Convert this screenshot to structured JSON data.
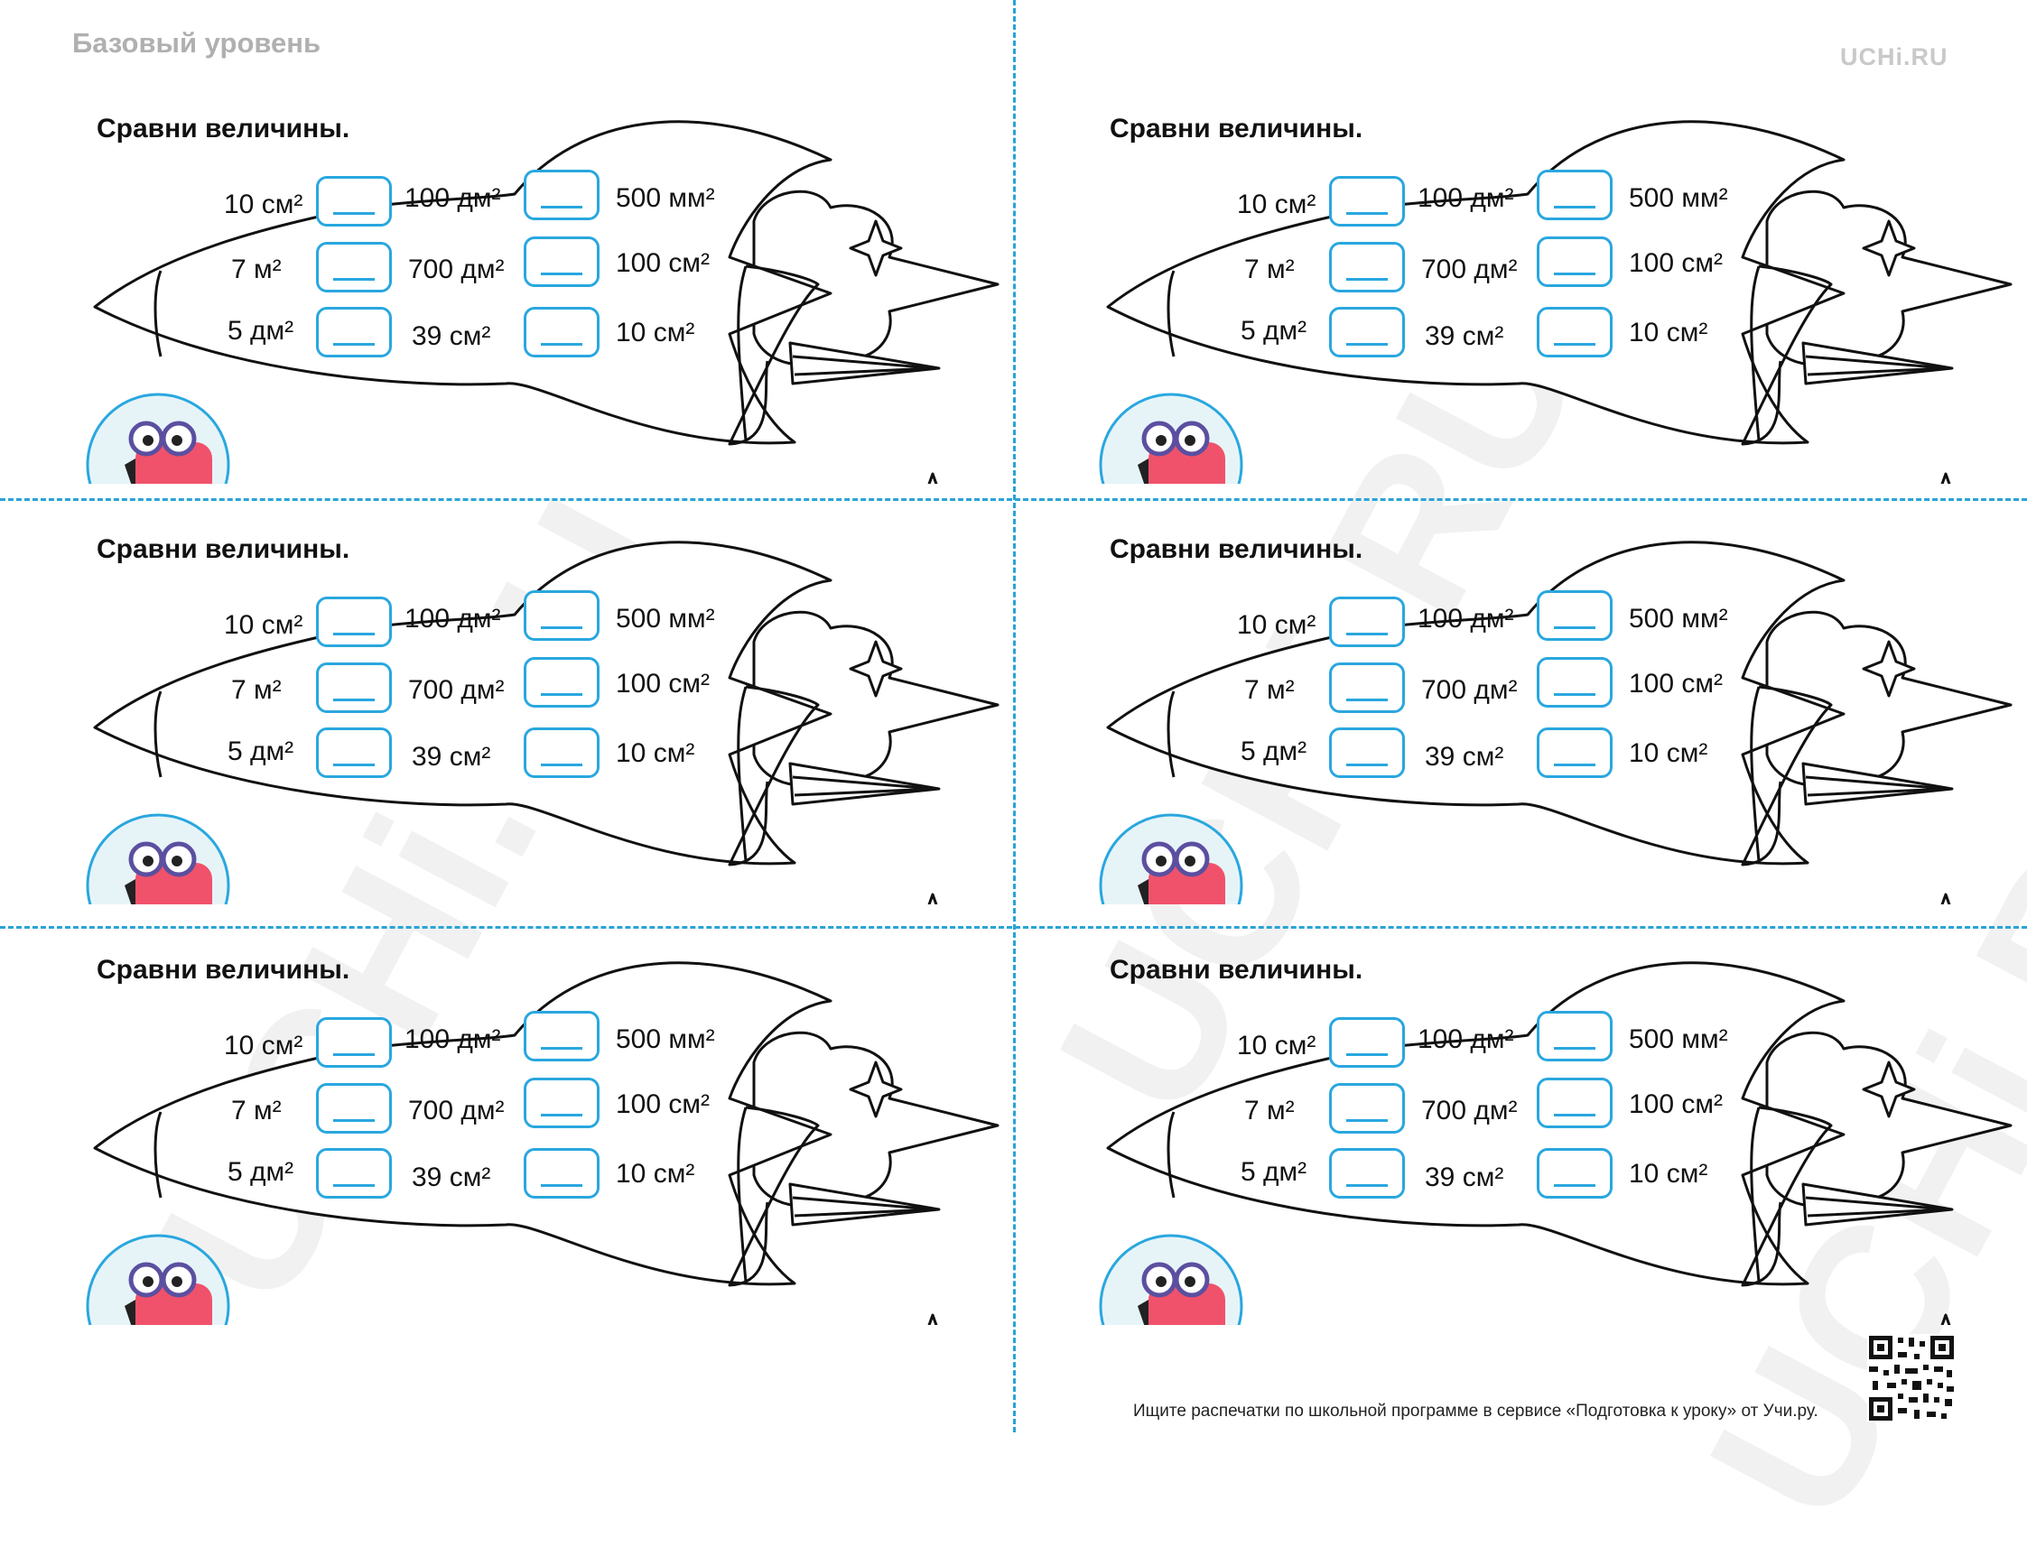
{
  "header": {
    "level": "Базовый уровень",
    "brand": "UCHi.RU",
    "watermark": "UCHi.RU"
  },
  "card": {
    "title": "Сравни величины.",
    "rows": [
      {
        "left": "10 см²",
        "middle": "100 дм²",
        "right": "500 мм²"
      },
      {
        "left": "7 м²",
        "middle": "700 дм²",
        "right": "100 см²"
      },
      {
        "left": "5 дм²",
        "middle": "39 см²",
        "right": "10 см²"
      }
    ],
    "answer_blank": "____",
    "count": 6
  },
  "footer": {
    "text": "Ищите распечатки по школьной программе в сервисе «Подготовка к уроку» от Учи.ру."
  },
  "colors": {
    "accent": "#29a7df",
    "mascot_head": "#f0526b",
    "helmet": "#e6f4f8",
    "suit": "#7fc7e6"
  },
  "icons": [
    "rocket-outline",
    "sparkle-star-icon",
    "dino-astronaut-mascot",
    "qr-code-icon"
  ]
}
